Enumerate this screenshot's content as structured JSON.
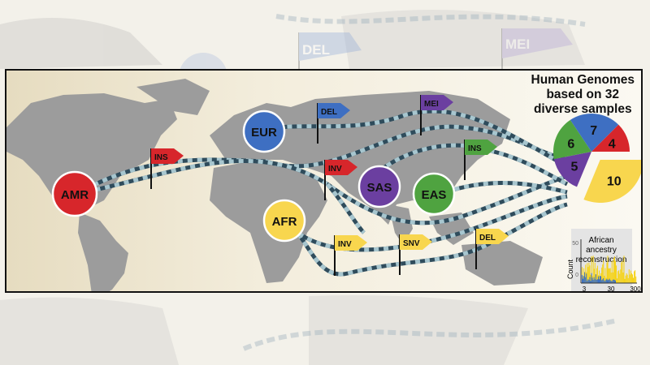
{
  "title": [
    "Human Genomes",
    "based on 32",
    "diverse samples"
  ],
  "populations": [
    {
      "code": "AMR",
      "color": "#d7262b"
    },
    {
      "code": "EUR",
      "color": "#3e6fc2"
    },
    {
      "code": "AFR",
      "color": "#f8d64e"
    },
    {
      "code": "SAS",
      "color": "#6b3fa0"
    },
    {
      "code": "EAS",
      "color": "#4fa340"
    }
  ],
  "flags": [
    {
      "label": "INS",
      "color": "#d7262b"
    },
    {
      "label": "DEL",
      "color": "#3e6fc2"
    },
    {
      "label": "MEI",
      "color": "#6b3fa0"
    },
    {
      "label": "INV",
      "color": "#d7262b"
    },
    {
      "label": "INS",
      "color": "#4fa340"
    },
    {
      "label": "INV",
      "color": "#f8d64e"
    },
    {
      "label": "SNV",
      "color": "#f8d64e"
    },
    {
      "label": "DEL",
      "color": "#f8d64e"
    }
  ],
  "pie": [
    {
      "value": 10,
      "color": "#f8d64e",
      "exploded": true
    },
    {
      "value": 5,
      "color": "#6b3fa0"
    },
    {
      "value": 6,
      "color": "#4fa340"
    },
    {
      "value": 7,
      "color": "#3e6fc2"
    },
    {
      "value": 4,
      "color": "#d7262b"
    }
  ],
  "inset": {
    "caption": [
      "African",
      "ancestry",
      "reconstruction"
    ],
    "ylabel": "Count",
    "yticks": [
      "50",
      "0"
    ],
    "xticks": [
      "3",
      "30",
      "300"
    ]
  },
  "background_flags": [
    "DEL",
    "MEI"
  ]
}
